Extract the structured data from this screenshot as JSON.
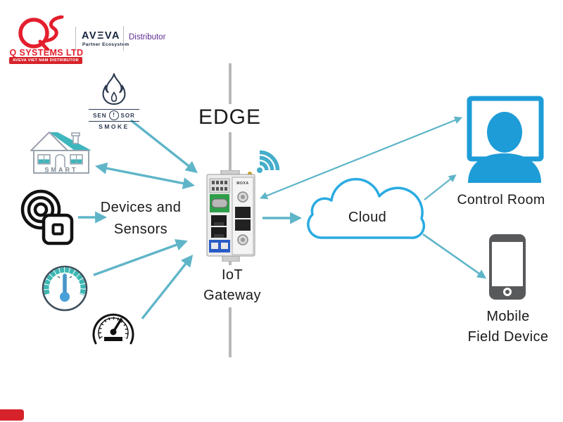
{
  "branding": {
    "monogram": "QS",
    "company": "Q SYSTEMS LTD",
    "ribbon": "AVEVA VIET NAM DISTRIBUTOR",
    "aveva_logo": "AVΞVA",
    "aveva_tagline": "Partner Ecosystem",
    "distributor": "Distributor"
  },
  "labels": {
    "edge": "EDGE",
    "devices": [
      "Devices and",
      "Sensors"
    ],
    "gateway": [
      "IoT",
      "Gateway"
    ],
    "cloud": "Cloud",
    "control_room": "Control Room",
    "mobile": [
      "Mobile",
      "Field Device"
    ]
  },
  "icon_text": {
    "smoke_left": "SEN",
    "smoke_alert": "!",
    "smoke_right": "SOR",
    "smoke_bottom": "SMOKE",
    "smart_home": "SMART",
    "gateway_brand": "MOXA"
  },
  "colors": {
    "arrow_teal": "#5FB5C8",
    "cloud_blue": "#29ABE2",
    "icon_blue": "#1E9CD7",
    "brand_red": "#E31E2D",
    "ribbon_red": "#D6222A",
    "aveva_navy": "#16243D",
    "distributor_purple": "#5C2E91",
    "home_teal": "#3FB6BE",
    "edge_line_gray": "#B9B9B9"
  }
}
